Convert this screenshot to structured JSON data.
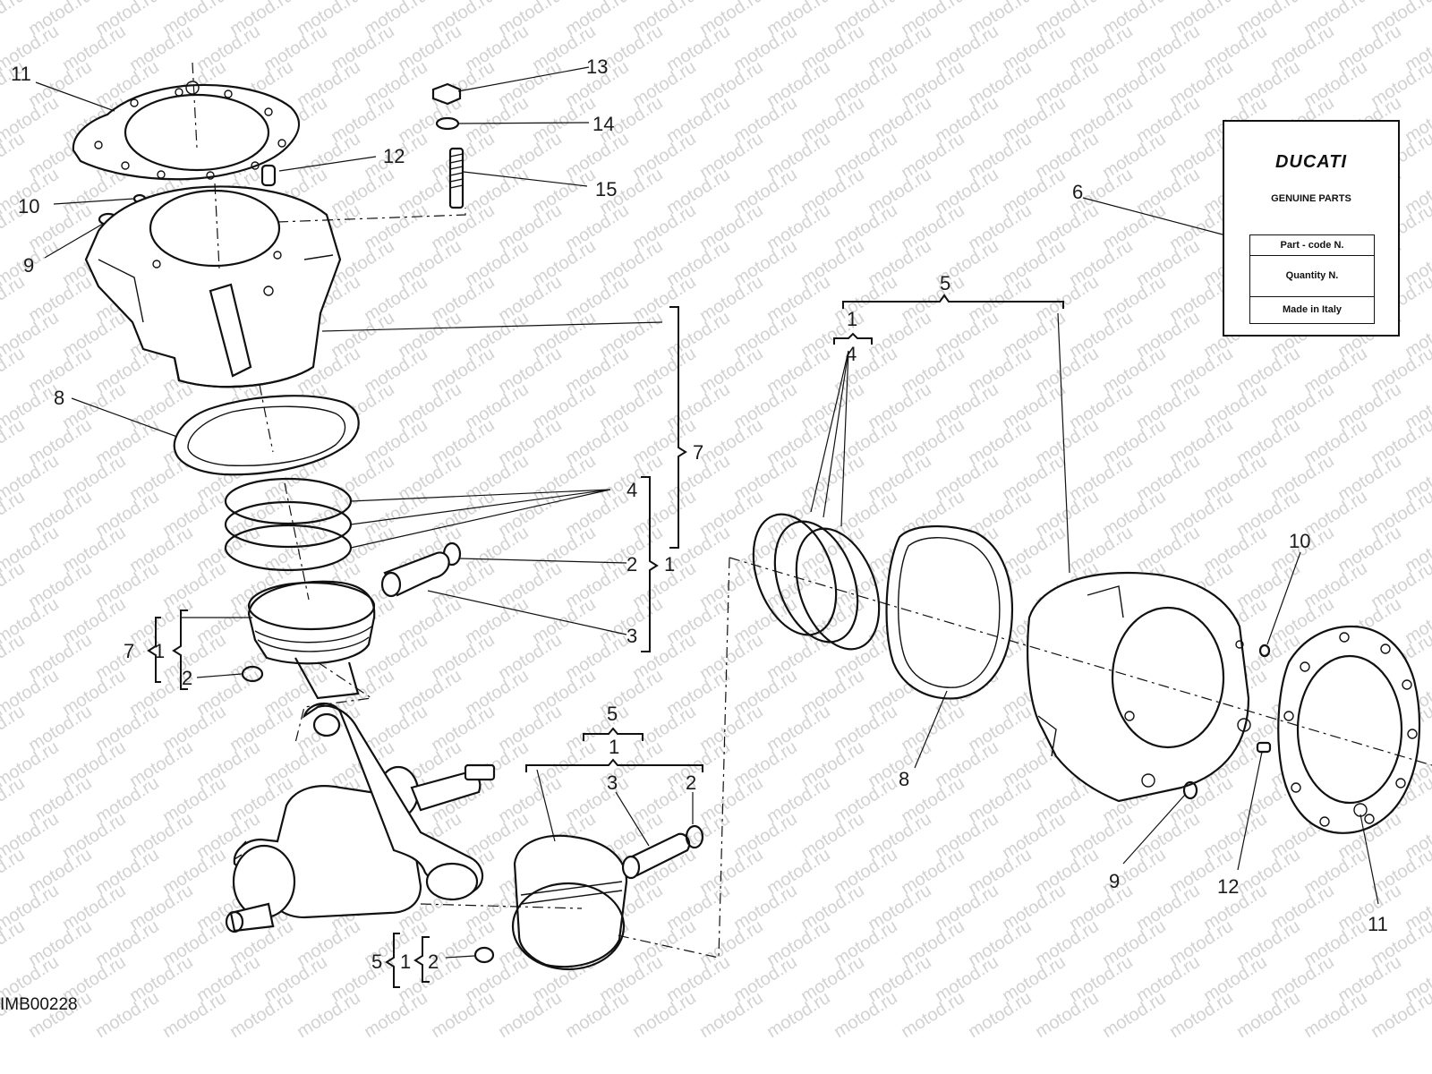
{
  "watermark": {
    "text": "motod.ru"
  },
  "label_card": {
    "brand": "DUCATI",
    "subtitle": "GENUINE PARTS",
    "rows": [
      "Part - code N.",
      "Quantity N.",
      "Made in Italy"
    ]
  },
  "drawing_code": "IMB00228",
  "callouts": {
    "n11a": "11",
    "n12a": "12",
    "n10a": "10",
    "n9a": "9",
    "n13": "13",
    "n14": "14",
    "n15": "15",
    "n8a": "8",
    "n7a": "7",
    "n4a": "4",
    "n2a": "2",
    "n3a": "3",
    "n1a": "1",
    "n7b": "7",
    "n1b": "1",
    "n2b": "2",
    "n5a": "5",
    "n1c": "1",
    "n3b": "3",
    "n2c": "2",
    "n5b": "5",
    "n1d": "1",
    "n2d": "2",
    "n5c": "5",
    "n1e": "1",
    "n4b": "4",
    "n6": "6",
    "n10b": "10",
    "n8b": "8",
    "n9b": "9",
    "n12b": "12",
    "n11b": "11"
  },
  "icons": [
    "cylinder-head-gasket",
    "cylinder",
    "base-gasket",
    "piston-rings",
    "piston",
    "piston-pin",
    "circlip",
    "crankshaft",
    "connecting-rod",
    "stud",
    "nut",
    "washer",
    "dowel-pin",
    "o-ring"
  ]
}
